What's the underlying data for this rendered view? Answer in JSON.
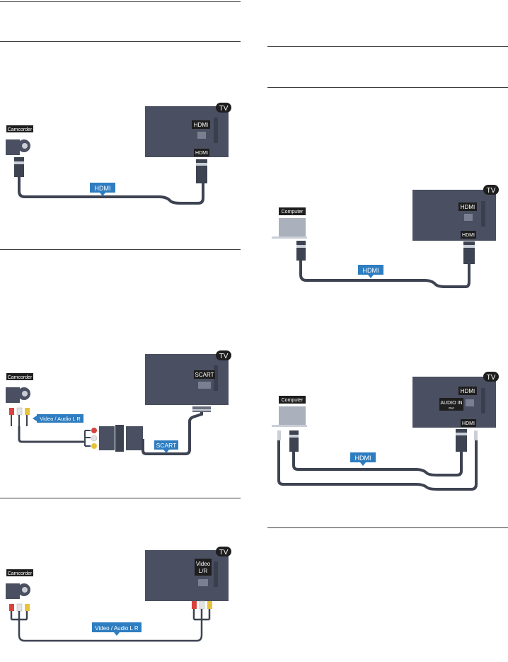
{
  "colors": {
    "tv": "#4a5061",
    "tv_dark": "#3a3f4e",
    "port": "#5f6577",
    "cable": "#3e4352",
    "badge_blue": "#2e7dc1",
    "label_black": "#1e1e1e",
    "rca_red": "#d8433c",
    "rca_white": "#e3e3e3",
    "rca_yellow": "#e7c23a",
    "computer_top": "#aab0bc",
    "computer_base": "#c9ced7"
  },
  "diagrams": {
    "camcorder_hdmi": {
      "tv_label": "TV",
      "device_label": "Camcorder",
      "port_label": "HDMI",
      "plug_label": "HDMI",
      "cable_label": "HDMI"
    },
    "camcorder_scart": {
      "tv_label": "TV",
      "device_label": "Camcorder",
      "port_label": "SCART",
      "cable1_label": "Video / Audio L R",
      "cable2_label": "SCART"
    },
    "camcorder_av": {
      "tv_label": "TV",
      "device_label": "Camcorder",
      "port_label_line1": "Video",
      "port_label_line2": "L/R",
      "cable_label": "Video / Audio L R"
    },
    "computer_hdmi": {
      "tv_label": "TV",
      "device_label": "Computer",
      "port_label": "HDMI",
      "plug_label": "HDMI",
      "cable_label": "HDMI"
    },
    "computer_dvi": {
      "tv_label": "TV",
      "device_label": "Computer",
      "port_label": "HDMI",
      "audio_in_label": "AUDIO IN",
      "dvi_label": "DVI",
      "plug_label": "HDMI",
      "cable_label": "HDMI"
    }
  }
}
